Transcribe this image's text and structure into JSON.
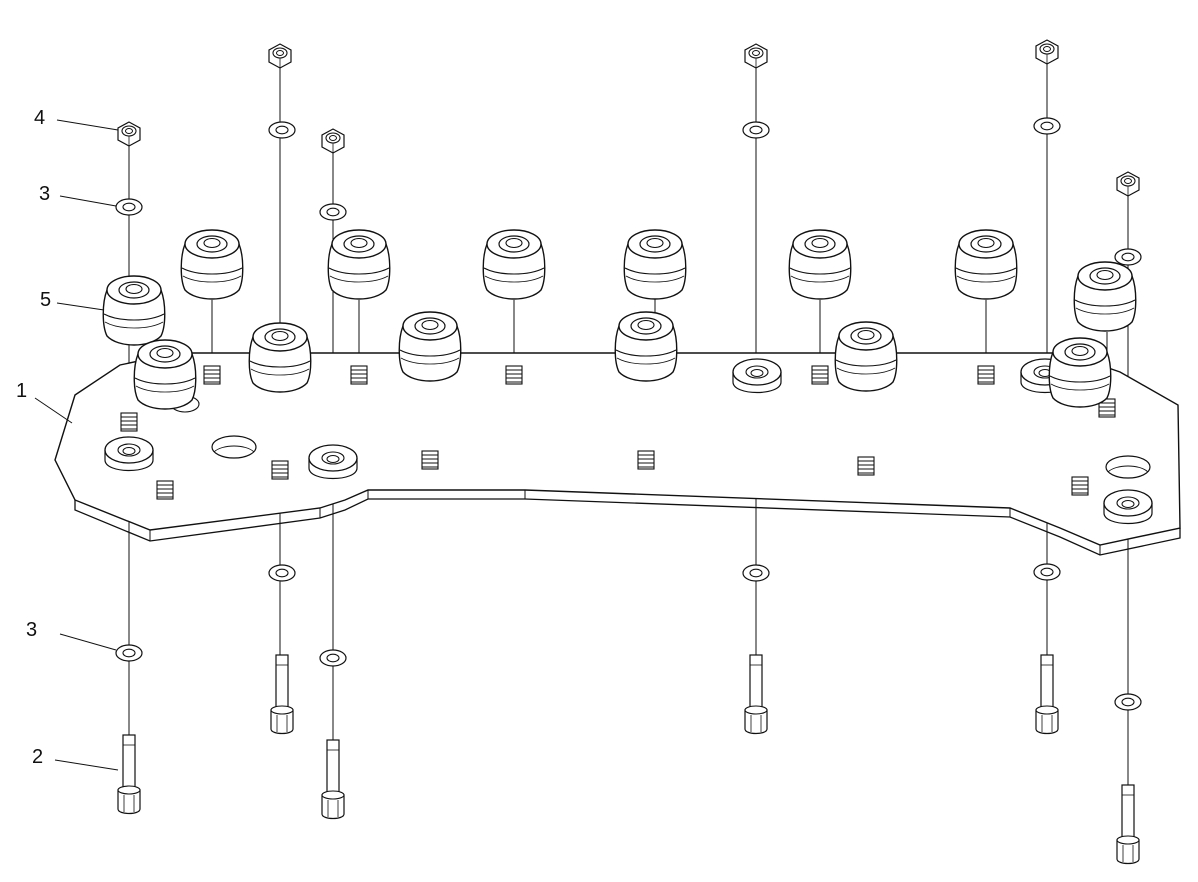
{
  "callouts": [
    {
      "number": "1",
      "part": "base-plate"
    },
    {
      "number": "2",
      "part": "socket-head-bolt"
    },
    {
      "number": "3",
      "part": "washer"
    },
    {
      "number": "3",
      "part": "washer"
    },
    {
      "number": "4",
      "part": "lock-nut"
    },
    {
      "number": "5",
      "part": "rubber-bushing"
    }
  ],
  "colors": {
    "line": "#111111",
    "background": "#ffffff",
    "part_fill": "#ffffff"
  }
}
